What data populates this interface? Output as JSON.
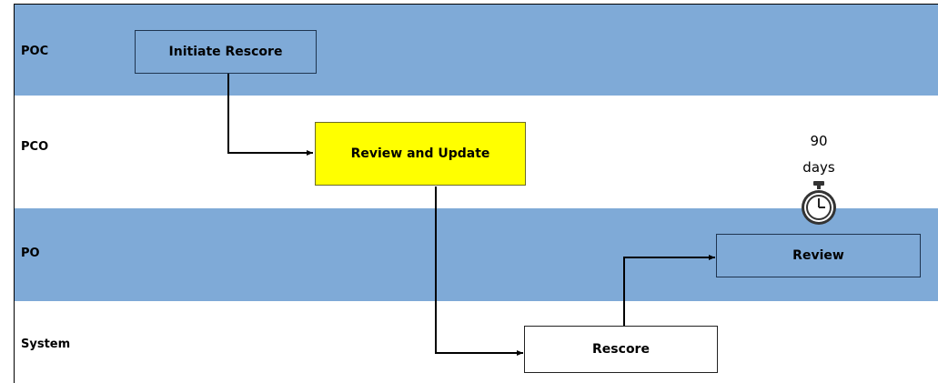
{
  "lanes": [
    {
      "label": "POC"
    },
    {
      "label": "PCO"
    },
    {
      "label": "PO"
    },
    {
      "label": "System"
    }
  ],
  "boxes": {
    "initiate_rescore": "Initiate Rescore",
    "review_and_update": "Review and Update",
    "review": "Review",
    "rescore": "Rescore"
  },
  "timer": {
    "value": "90",
    "unit": "days",
    "icon": "stopwatch-icon"
  },
  "colors": {
    "lane_blue": "#7faad7",
    "highlight": "#ffff00"
  }
}
